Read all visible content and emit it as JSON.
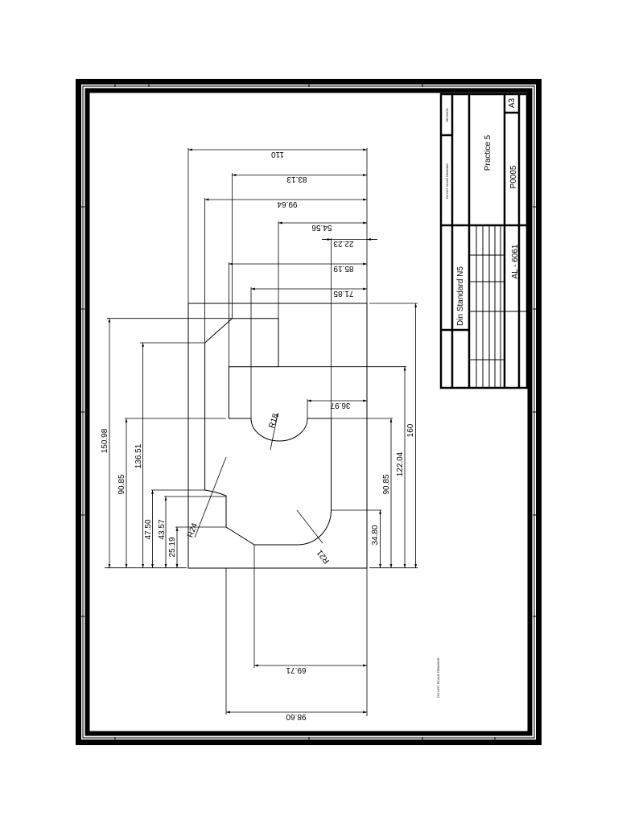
{
  "title_block": {
    "title": "Practice 5",
    "drawing_number": "P0005",
    "sheet_size": "A3",
    "material": "AL - 6061",
    "standard": "Din Standard  N5",
    "revision_label": "REVISION",
    "scale_note": "DO NOT SCALE DRAWING"
  },
  "dimensions": {
    "horizontal_top": [
      "110",
      "83.13",
      "99.64",
      "54.56",
      "22.23",
      "85.19",
      "71.85"
    ],
    "inner_36_97": "36.97",
    "bottom": [
      "69.71",
      "98.60"
    ],
    "left": [
      "150.98",
      "136.51",
      "90.85",
      "47.50",
      "43.57",
      "25.19"
    ],
    "right": [
      "160",
      "122.04",
      "90.85",
      "34.80"
    ],
    "radii": [
      "R18",
      "R24",
      "R21"
    ]
  },
  "colors": {
    "line": "#000000",
    "background": "#ffffff"
  }
}
